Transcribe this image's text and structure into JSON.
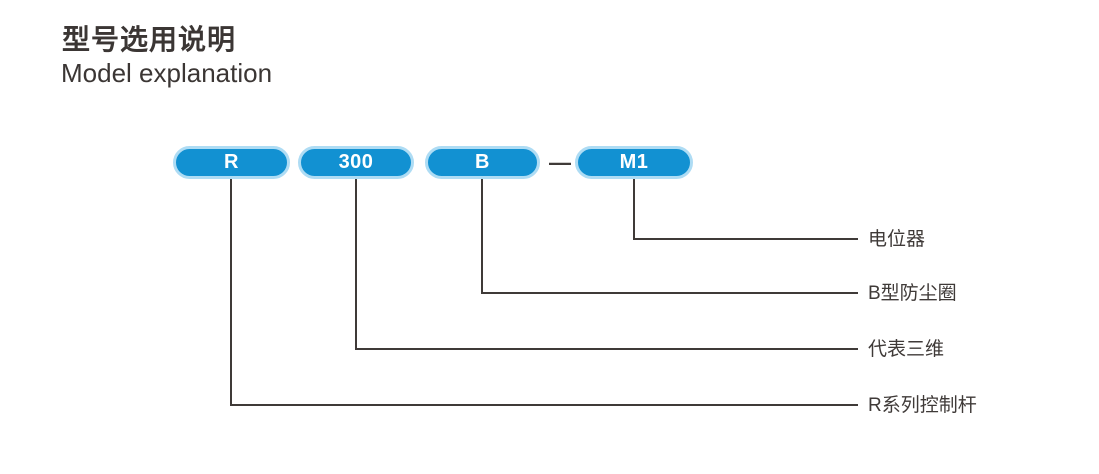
{
  "header": {
    "title_zh": "型号选用说明",
    "title_en": "Model explanation"
  },
  "model_code": {
    "separator": "—",
    "segments": [
      {
        "code": "R",
        "meaning": "R系列控制杆"
      },
      {
        "code": "300",
        "meaning": "代表三维"
      },
      {
        "code": "B",
        "meaning": "B型防尘圈"
      },
      {
        "code": "M1",
        "meaning": "电位器"
      }
    ]
  },
  "colors": {
    "pill_fill": "#1291d2",
    "pill_border": "#aedcf4",
    "pill_text": "#ffffff",
    "line": "#3f3a38",
    "text": "#3b3634"
  }
}
